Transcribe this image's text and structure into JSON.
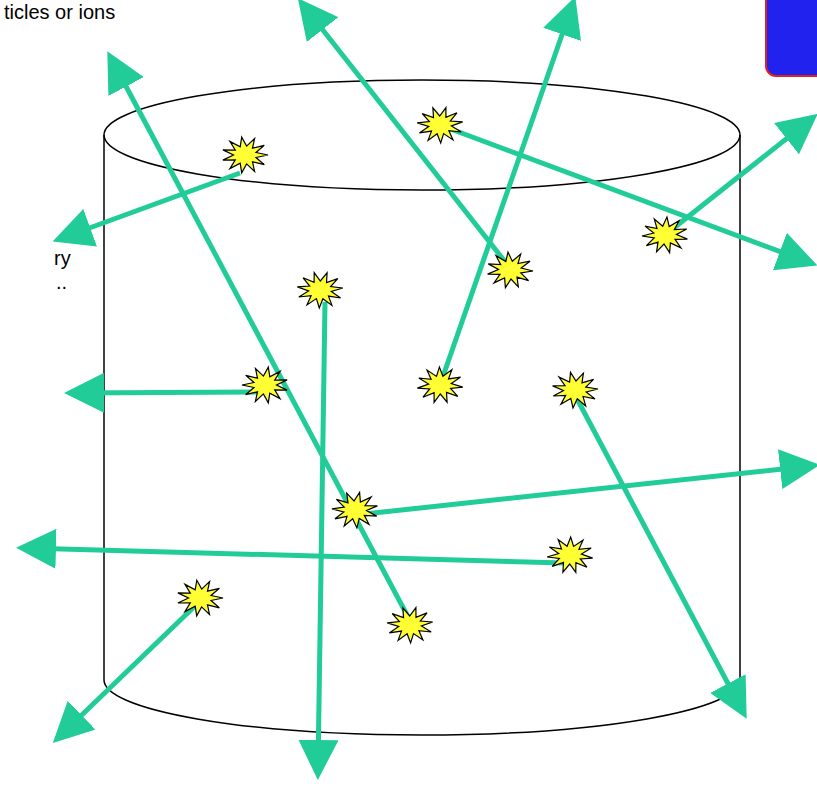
{
  "diagram": {
    "labels": [
      "ticles or ions",
      "ry",
      ".."
    ]
  }
}
